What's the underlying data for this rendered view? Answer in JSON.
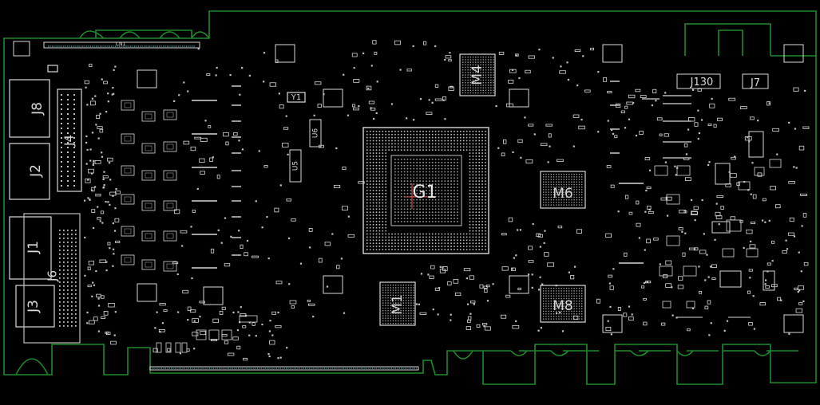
{
  "colors": {
    "background": "#000000",
    "outline": "#1f8a2a",
    "silk": "#d8d8d8",
    "fine": "#9a9a9a",
    "pin": "#bfbfbf",
    "cyan": "#7fd6e8",
    "marker": "#e05050"
  },
  "labels": {
    "j8": "J8",
    "j2": "J2",
    "j1": "J1",
    "j3": "J3",
    "j4": "J4",
    "j6": "J6",
    "y1": "Y1",
    "u5": "U5",
    "u6": "U6",
    "g1": "G1",
    "m4": "M4",
    "m1": "M1",
    "m6": "M6",
    "m8": "M8",
    "j30": "J130",
    "j7": "J7",
    "cn1": "CN1"
  }
}
